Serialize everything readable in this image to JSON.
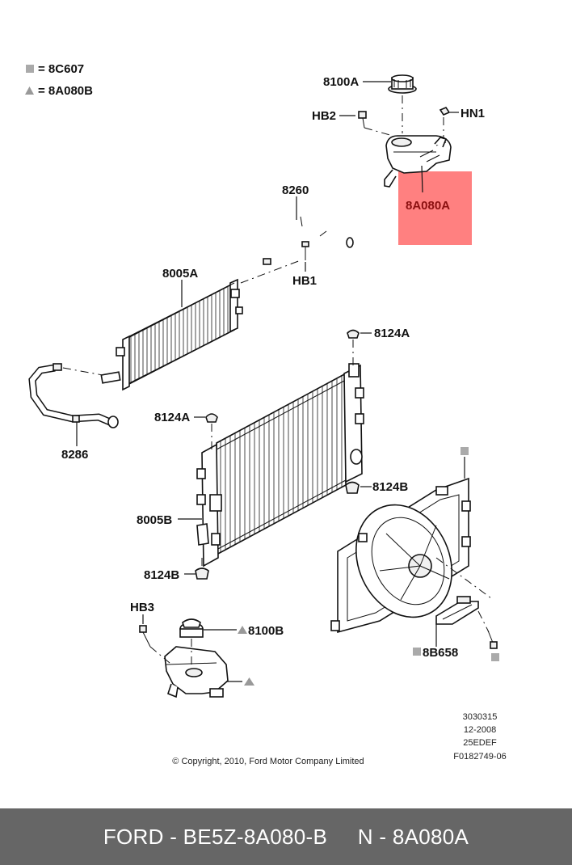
{
  "legend": {
    "square_label": "= 8C607",
    "triangle_label": "= 8A080B"
  },
  "callouts": {
    "cap_top": "8100A",
    "hb2": "HB2",
    "hn1": "HN1",
    "reservoir_highlight": "8A080A",
    "hose_top": "8260",
    "hb1": "HB1",
    "cooler": "8005A",
    "mount_top": "8124A",
    "mount_left": "8124A",
    "hose_lower": "8286",
    "mount_right_b": "8124B",
    "radiator": "8005B",
    "mount_lower_b": "8124B",
    "hb3": "HB3",
    "cap_lower": "8100B",
    "module": "8B658"
  },
  "meta": {
    "code1": "3030315",
    "code2": "12-2008",
    "code3": "25EDEF",
    "code4": "F0182749-06",
    "copyright": "© Copyright, 2010, Ford Motor Company Limited"
  },
  "footer": {
    "left": "FORD - BE5Z-8A080-B",
    "right": "N - 8A080A"
  },
  "colors": {
    "highlight": "#ff8080",
    "highlight_text": "#8b1010",
    "marker_gray": "#aaaaaa",
    "footer_bg": "#666666"
  }
}
